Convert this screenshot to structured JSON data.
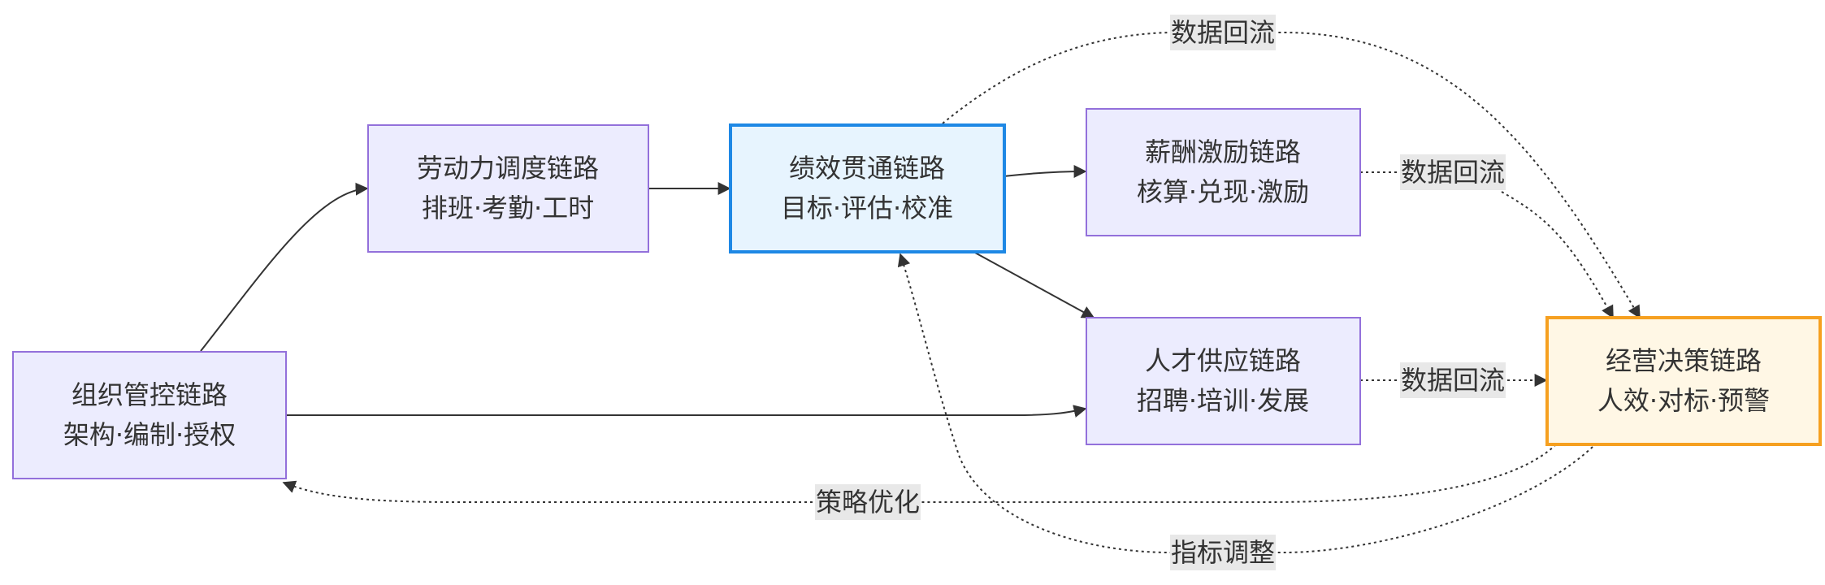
{
  "nodes": {
    "org": {
      "line1": "组织管控链路",
      "line2": "架构·编制·授权"
    },
    "labor": {
      "line1": "劳动力调度链路",
      "line2": "排班·考勤·工时"
    },
    "perf": {
      "line1": "绩效贯通链路",
      "line2": "目标·评估·校准"
    },
    "pay": {
      "line1": "薪酬激励链路",
      "line2": "核算·兑现·激励"
    },
    "talent": {
      "line1": "人才供应链路",
      "line2": "招聘·培训·发展"
    },
    "decision": {
      "line1": "经营决策链路",
      "line2": "人效·对标·预警"
    }
  },
  "edge_labels": {
    "perf_to_decision": "数据回流",
    "pay_to_decision": "数据回流",
    "talent_to_decision": "数据回流",
    "decision_to_org": "策略优化",
    "decision_to_perf": "指标调整"
  },
  "colors": {
    "node_fill": "#ececfe",
    "node_stroke": "#9370db",
    "focus_fill": "#e7f4fe",
    "focus_stroke": "#1e88e5",
    "decision_fill": "#fff7e5",
    "decision_stroke": "#f6a020",
    "edge": "#333333",
    "label_bg": "#e8e8e8"
  }
}
